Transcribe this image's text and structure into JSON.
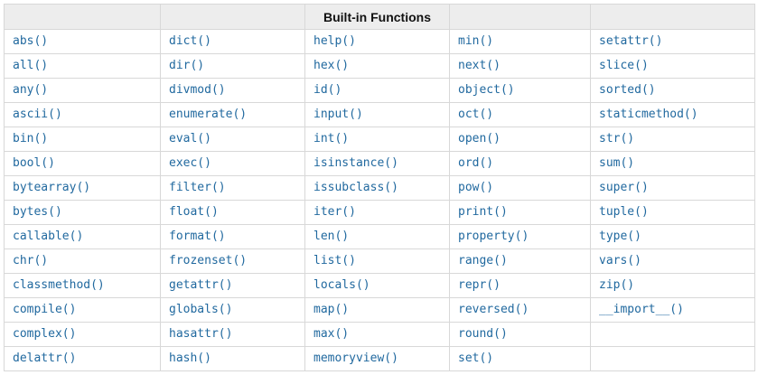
{
  "colors": {
    "link_blue": "#21699f",
    "header_background": "#ededed",
    "border_grey": "#d8d8d8"
  },
  "table": {
    "title": "Built-in Functions",
    "title_column_index": 2,
    "num_rows": 14,
    "columns": [
      [
        "abs()",
        "all()",
        "any()",
        "ascii()",
        "bin()",
        "bool()",
        "bytearray()",
        "bytes()",
        "callable()",
        "chr()",
        "classmethod()",
        "compile()",
        "complex()",
        "delattr()"
      ],
      [
        "dict()",
        "dir()",
        "divmod()",
        "enumerate()",
        "eval()",
        "exec()",
        "filter()",
        "float()",
        "format()",
        "frozenset()",
        "getattr()",
        "globals()",
        "hasattr()",
        "hash()"
      ],
      [
        "help()",
        "hex()",
        "id()",
        "input()",
        "int()",
        "isinstance()",
        "issubclass()",
        "iter()",
        "len()",
        "list()",
        "locals()",
        "map()",
        "max()",
        "memoryview()"
      ],
      [
        "min()",
        "next()",
        "object()",
        "oct()",
        "open()",
        "ord()",
        "pow()",
        "print()",
        "property()",
        "range()",
        "repr()",
        "reversed()",
        "round()",
        "set()"
      ],
      [
        "setattr()",
        "slice()",
        "sorted()",
        "staticmethod()",
        "str()",
        "sum()",
        "super()",
        "tuple()",
        "type()",
        "vars()",
        "zip()",
        "__import__()"
      ]
    ]
  }
}
